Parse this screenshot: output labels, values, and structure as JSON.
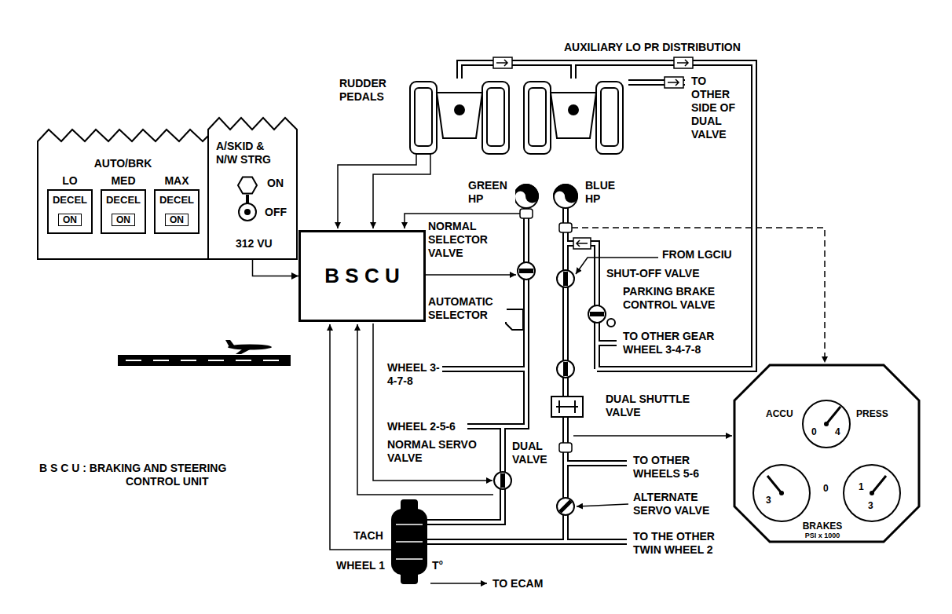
{
  "diagram": {
    "nodes": [
      {
        "text": [
          "AUTO/BRK"
        ]
      },
      {
        "text": [
          "LO",
          "DECEL",
          "ON"
        ],
        "in": 0
      },
      {
        "text": [
          "MED",
          "DECEL",
          "ON"
        ],
        "in": 0
      },
      {
        "text": [
          "MAX",
          "DECEL",
          "ON"
        ],
        "in": 0
      },
      {
        "text": [
          "A/SKID & N/W STRG",
          "ON",
          "OFF",
          "312 VU"
        ]
      },
      {
        "text": [
          "B S C U"
        ]
      },
      {
        "text": [
          "ACCU",
          "PRESS",
          "3",
          "0",
          "4",
          "1",
          "3",
          "0",
          "BRAKES",
          "PSI x 1000"
        ]
      }
    ],
    "edges": [
      {
        "from": 4,
        "to": 5,
        "arrow": "to"
      }
    ],
    "labels": [
      "AUXILIARY LO PR DISTRIBUTION",
      "RUDDER PEDALS",
      "TO OTHER SIDE OF DUAL VALVE",
      "GREEN HP",
      "BLUE HP",
      "NORMAL SELECTOR VALVE",
      "FROM LGCIU",
      "SHUT-OFF VALVE",
      "PARKING BRAKE CONTROL VALVE",
      "AUTOMATIC SELECTOR",
      "TO OTHER GEAR WHEEL 3-4-7-8",
      "WHEEL 3-4-7-8",
      "DUAL SHUTTLE VALVE",
      "WHEEL 2-5-6",
      "NORMAL SERVO VALVE",
      "DUAL VALVE",
      "TO OTHER WHEELS 5-6",
      "ALTERNATE SERVO VALVE",
      "TACH",
      "WHEEL 1",
      "T°",
      "TO THE OTHER TWIN WHEEL 2",
      "TO ECAM",
      "B S C U : BRAKING AND STEERING CONTROL UNIT"
    ]
  }
}
